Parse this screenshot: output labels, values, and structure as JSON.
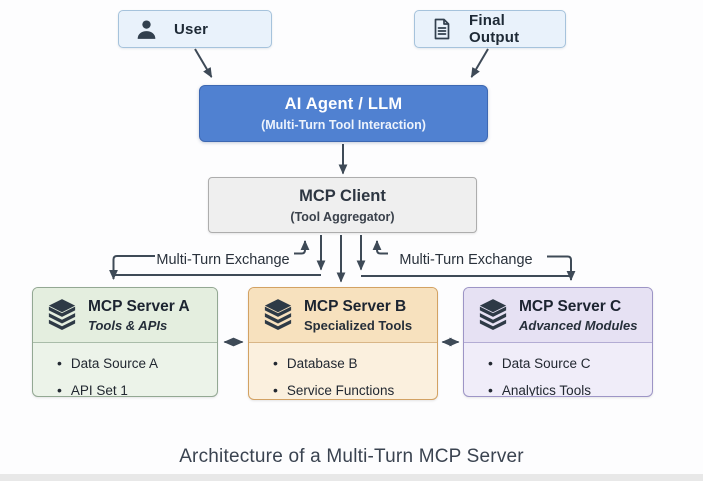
{
  "diagram": {
    "caption": "Architecture of a Multi-Turn MCP Server",
    "nodes": {
      "user": {
        "label": "User",
        "icon": "person-icon"
      },
      "final_output": {
        "label": "Final Output",
        "icon": "document-icon"
      },
      "ai_agent": {
        "title": "AI Agent / LLM",
        "subtitle": "(Multi-Turn Tool Interaction)"
      },
      "mcp_client": {
        "title": "MCP Client",
        "subtitle": "(Tool Aggregator)"
      },
      "server_a": {
        "title": "MCP Server A",
        "subtitle": "Tools & APIs",
        "icon": "server-stack-icon",
        "items": [
          "Data Source A",
          "API Set 1"
        ]
      },
      "server_b": {
        "title": "MCP Server B",
        "subtitle": "Specialized Tools",
        "icon": "server-stack-icon",
        "items": [
          "Database B",
          "Service Functions"
        ]
      },
      "server_c": {
        "title": "MCP Server C",
        "subtitle": "Advanced Modules",
        "icon": "server-stack-icon",
        "items": [
          "Data Source C",
          "Analytics Tools"
        ]
      }
    },
    "edge_labels": {
      "left": "Multi-Turn Exchange",
      "right": "Multi-Turn Exchange"
    },
    "colors": {
      "agent_blue": "#5081D1",
      "client_gray": "#EFEFEF",
      "server_a_green": "#ECF3E9",
      "server_b_orange": "#FBF0DE",
      "server_c_purple": "#F0EDF9",
      "line_dark": "#3E4A57",
      "pill_blue": "#E9F2FB"
    }
  }
}
